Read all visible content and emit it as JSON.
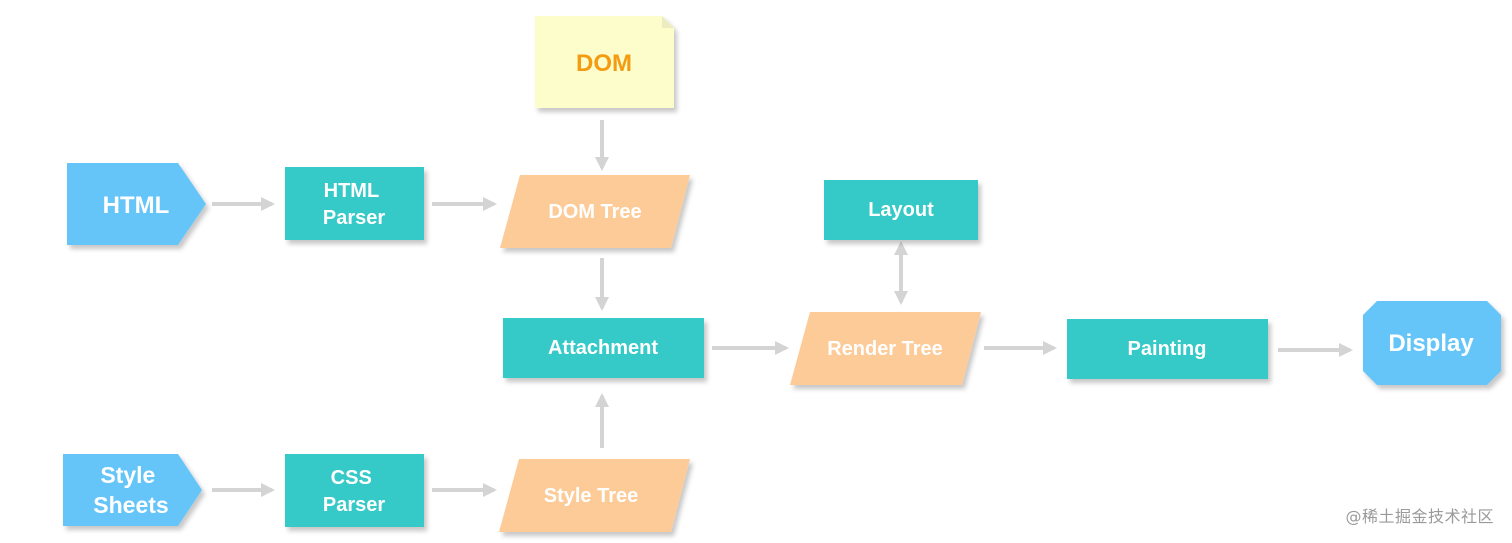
{
  "nodes": {
    "html": "HTML",
    "html_parser": [
      "HTML",
      "Parser"
    ],
    "dom": "DOM",
    "dom_tree": "DOM Tree",
    "layout": "Layout",
    "attachment": "Attachment",
    "render_tree": "Render Tree",
    "painting": "Painting",
    "display": "Display",
    "style_sheets": [
      "Style",
      "Sheets"
    ],
    "css_parser": [
      "CSS",
      "Parser"
    ],
    "style_tree": "Style Tree"
  },
  "watermark": "@稀土掘金技术社区",
  "colors": {
    "input_blue": "#66c5f8",
    "process_teal": "#35c9c8",
    "tree_peach": "#fccb97",
    "note_yellow": "#fdfccb",
    "dom_text_orange": "#f39c12",
    "arrow_gray": "#d4d4d4"
  }
}
